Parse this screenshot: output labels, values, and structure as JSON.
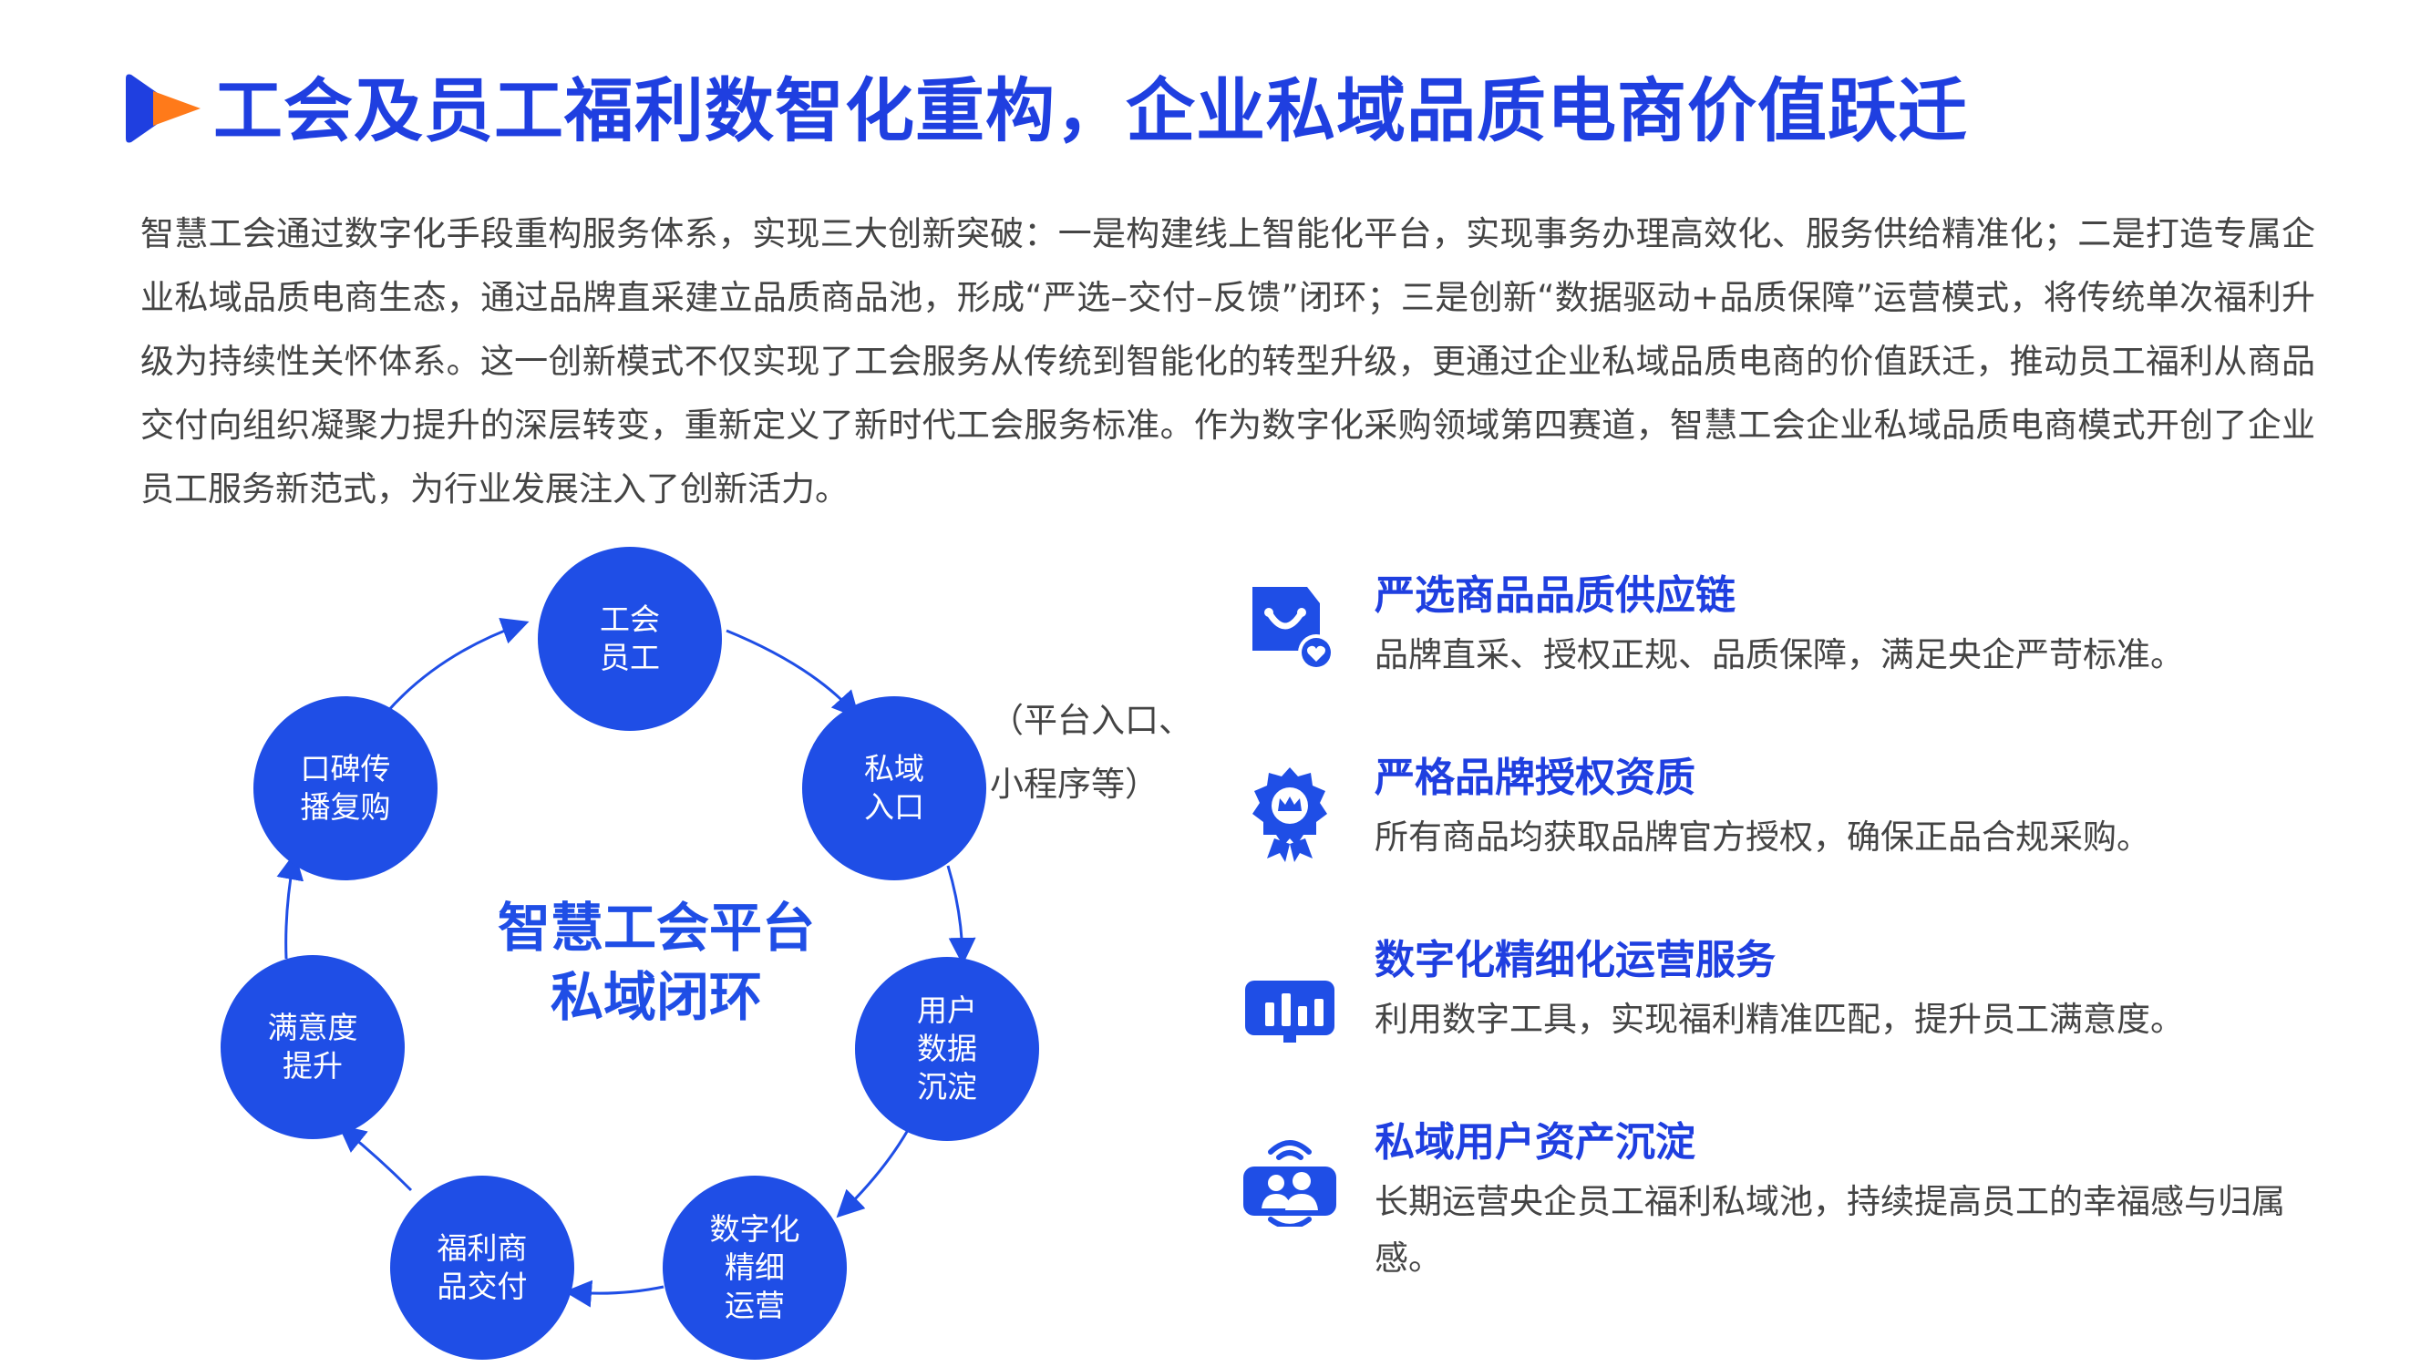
{
  "header": {
    "title": "工会及员工福利数智化重构，企业私域品质电商价值跃迁"
  },
  "intro": {
    "text": "智慧工会通过数字化手段重构服务体系，实现三大创新突破：一是构建线上智能化平台，实现事务办理高效化、服务供给精准化；二是打造专属企业私域品质电商生态，通过品牌直采建立品质商品池，形成“严选–交付–反馈”闭环；三是创新“数据驱动+品质保障”运营模式，将传统单次福利升级为持续性关怀体系。这一创新模式不仅实现了工会服务从传统到智能化的转型升级，更通过企业私域品质电商的价值跃迁，推动员工福利从商品交付向组织凝聚力提升的深层转变，重新定义了新时代工会服务标准。作为数字化采购领域第四赛道，智慧工会企业私域品质电商模式开创了企业员工服务新范式，为行业发展注入了创新活力。"
  },
  "cycle": {
    "center": "智慧工会平台\n私域闭环",
    "note": "（平台入口、\n小程序等）",
    "nodes": [
      "工会\n员工",
      "私域\n入口",
      "用户\n数据\n沉淀",
      "数字化\n精细\n运营",
      "福利商\n品交付",
      "满意度\n提升",
      "口碑传\n播复购"
    ]
  },
  "features": [
    {
      "icon": "shopping-bag-heart-icon",
      "title": "严选商品品质供应链",
      "desc": "品牌直采、授权正规、品质保障，满足央企严苛标准。"
    },
    {
      "icon": "award-badge-icon",
      "title": "严格品牌授权资质",
      "desc": "所有商品均获取品牌官方授权，确保正品合规采购。"
    },
    {
      "icon": "bar-chart-monitor-icon",
      "title": "数字化精细化运营服务",
      "desc": "利用数字工具，实现福利精准匹配，提升员工满意度。"
    },
    {
      "icon": "user-group-signal-icon",
      "title": "私域用户资产沉淀",
      "desc": "长期运营央企员工福利私域池，持续提高员工的幸福感与归属感。"
    }
  ],
  "colors": {
    "brand": "#1f3fe0",
    "node": "#1f4ee6",
    "accent": "#ff7a1a"
  }
}
